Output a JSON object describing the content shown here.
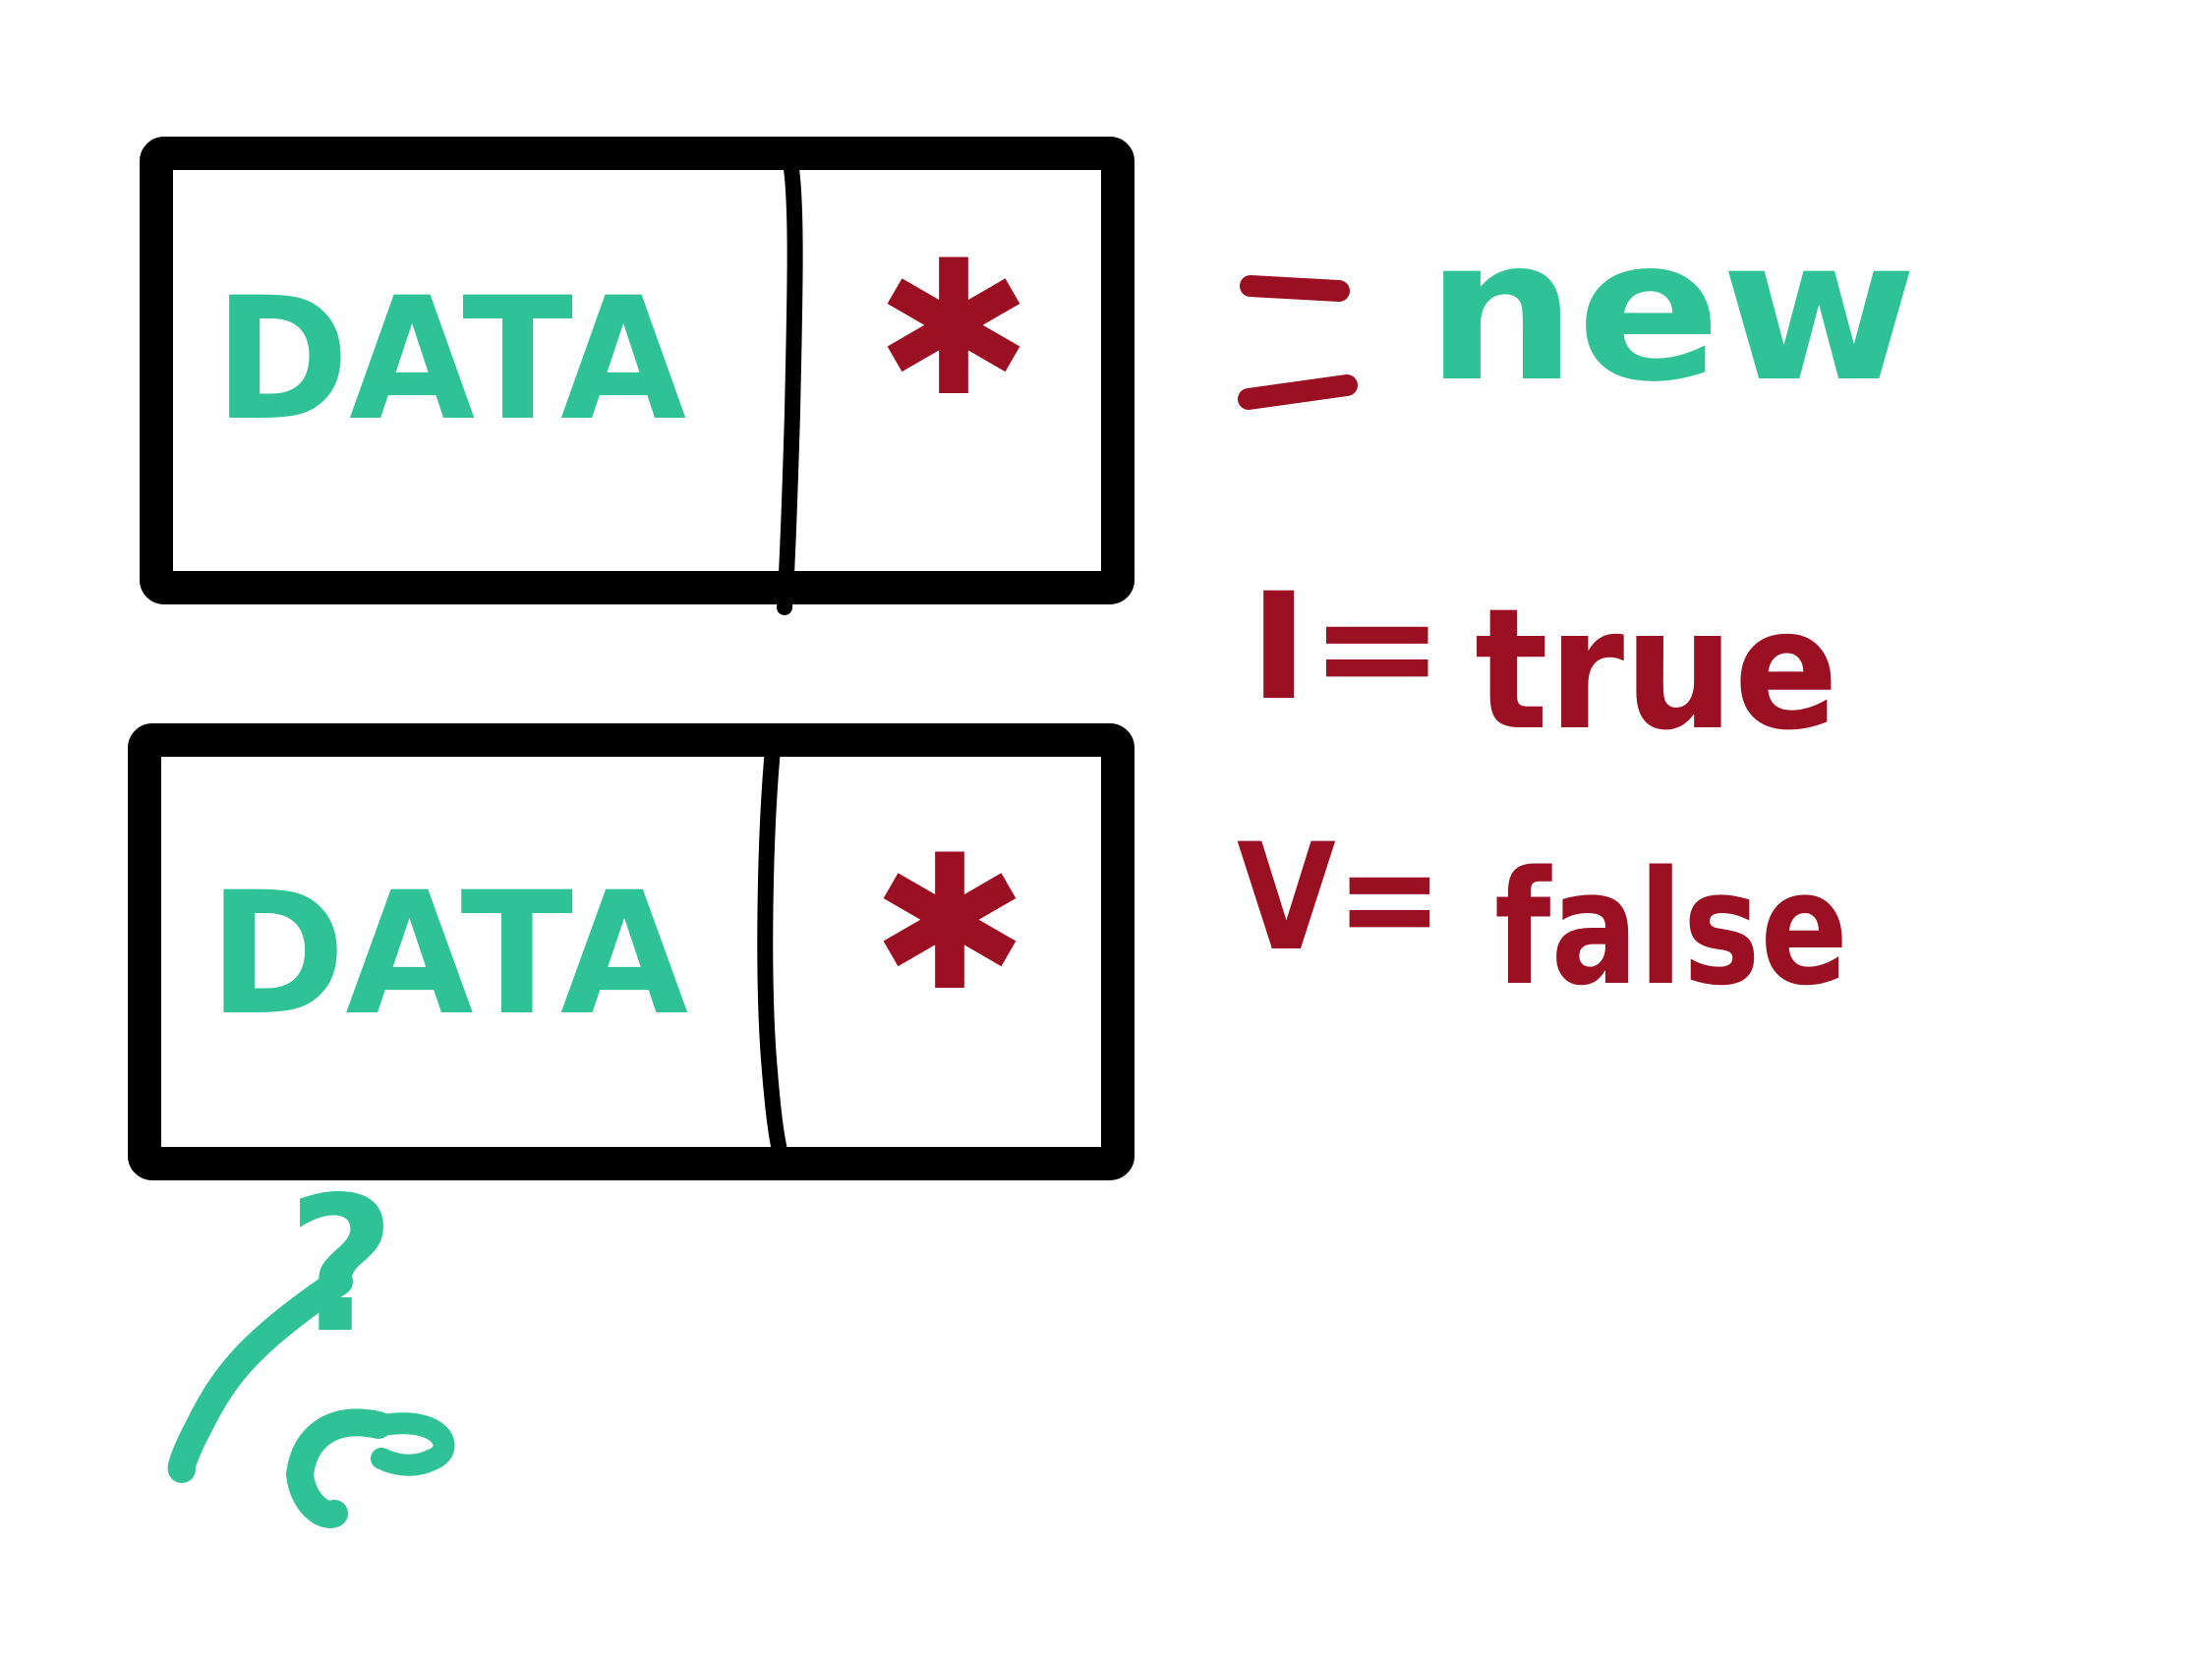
{
  "colors": {
    "ink": "#000000",
    "green": "#2fc297",
    "red": "#9b0f22",
    "background": "#ffffff"
  },
  "nodes": [
    {
      "data_label": "DATA",
      "pointer_symbol": "✱",
      "pointer_color": "red"
    },
    {
      "data_label": "DATA",
      "pointer_symbol": "✱",
      "pointer_color": "red"
    }
  ],
  "legend": {
    "new": {
      "prefix": "=",
      "word": "new"
    },
    "true": {
      "prefix": "I=",
      "word": "true"
    },
    "false": {
      "prefix": "V=",
      "word": "false"
    }
  },
  "question_mark": "?"
}
